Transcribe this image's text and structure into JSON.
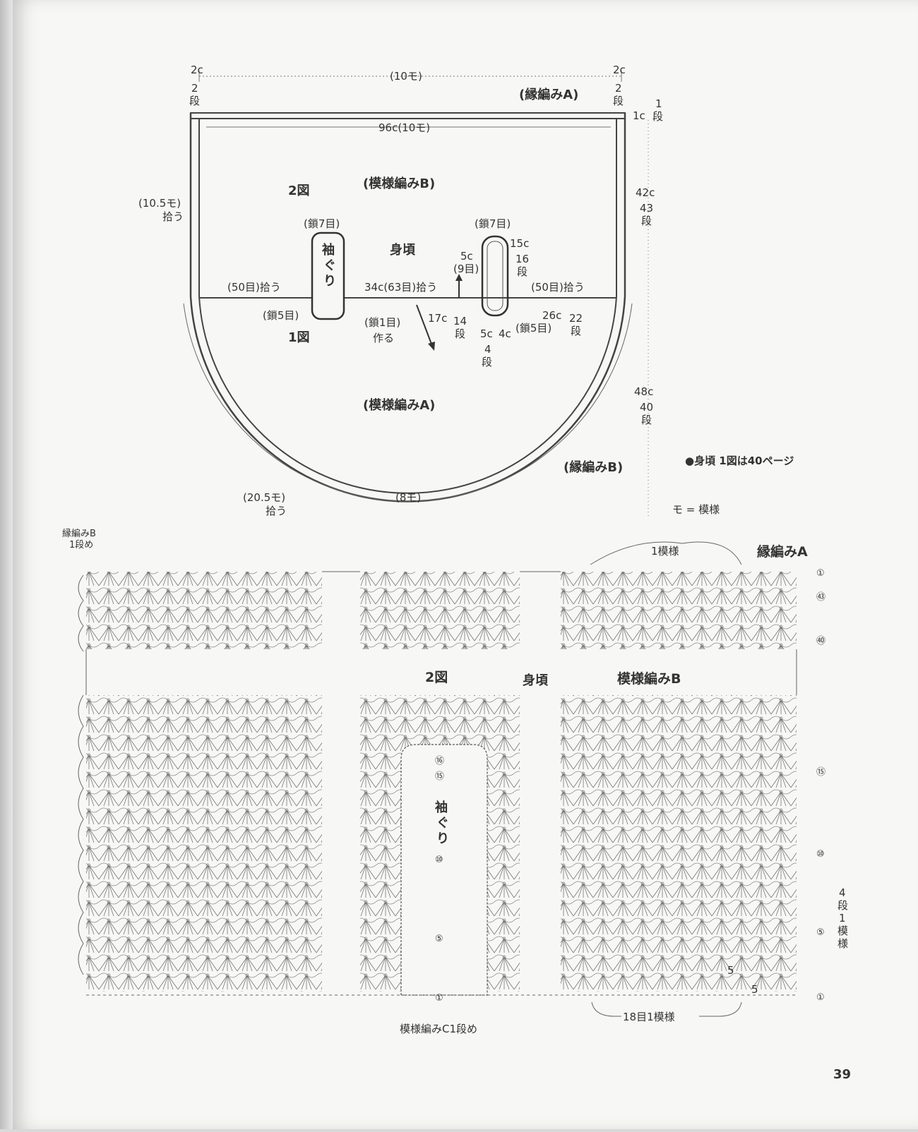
{
  "diagram_top": {
    "label_2c_left": "2c",
    "label_2dan_left": "2\n段",
    "label_2c_right": "2c",
    "label_2dan_right": "2\n段",
    "label_10mo_top": "(10モ)",
    "label_enami_a": "(縁編みA)",
    "label_1c": "1c",
    "label_1dan": "1\n段",
    "label_96c": "96c(10モ)",
    "label_2zu": "2図",
    "label_moyou_b": "(模様編みB)",
    "label_10_5mo": "(10.5モ)",
    "label_hirou_1": "拾う",
    "label_42c": "42c",
    "label_43dan": "43\n段",
    "label_sa7_left": "(鎖7目)",
    "label_sa7_right": "(鎖7目)",
    "label_migoro": "身頃",
    "label_sodeguri_top": "袖ぐり",
    "label_5c": "5c",
    "label_9me": "(9目)",
    "label_15c": "15c",
    "label_16dan": "16\n段",
    "label_50me_left": "(50目)拾う",
    "label_34c": "34c(63目)拾う",
    "label_50me_right": "(50目)拾う",
    "label_sa5_left": "(鎖5目)",
    "label_sa1": "(鎖1目)",
    "label_tsukuru": "作る",
    "label_17c": "17c",
    "label_14dan": "14\n段",
    "label_5c_b": "5c",
    "label_4dan": "4\n段",
    "label_4c": "4c",
    "label_sa5_right": "(鎖5目)",
    "label_26c": "26c",
    "label_22dan": "22\n段",
    "label_1zu": "1図",
    "label_48c": "48c",
    "label_40dan": "40\n段",
    "label_moyou_a": "(模様編みA)",
    "label_enami_b": "(縁編みB)",
    "label_note": "●身頃 1図は40ページ",
    "label_20_5mo": "(20.5モ)",
    "label_hirou_2": "拾う",
    "label_8mo": "(8モ)",
    "label_legend": "モ = 模様"
  },
  "chart": {
    "label_enami_b_1dan": "縁編みB\n1段め",
    "label_1moyou": "1模様",
    "label_enami_a": "縁編みA",
    "label_2zu": "2図",
    "label_migoro": "身頃",
    "label_moyou_b": "模様編みB",
    "label_sodeguri": "袖ぐり",
    "label_4dan_1moyou": "4\n段\n1\n模\n様",
    "label_18me": "18目1模様",
    "label_moyou_c": "模様編みC1段め",
    "label_5a": "5",
    "label_5b": "5",
    "row_markers_right": [
      "①",
      "㊸",
      "㊵",
      "⑮",
      "⑩",
      "⑤",
      "①"
    ],
    "row_markers_center": [
      "⑯",
      "⑮",
      "⑩",
      "⑤",
      "①"
    ]
  },
  "page_number": "39"
}
